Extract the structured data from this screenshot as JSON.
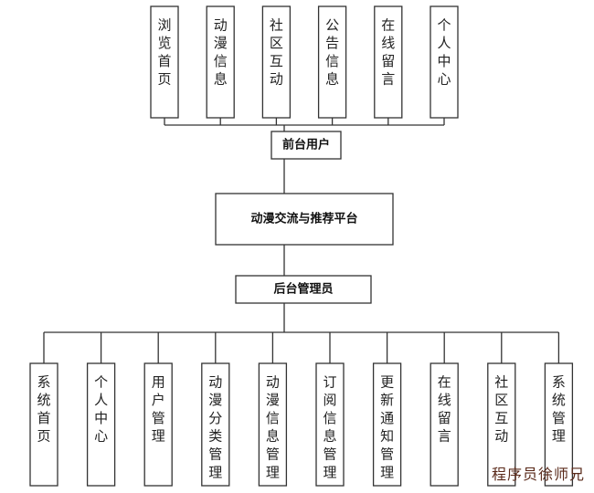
{
  "frontend_modules": [
    "浏览首页",
    "动漫信息",
    "社区互动",
    "公告信息",
    "在线留言",
    "个人中心"
  ],
  "frontend_user": "前台用户",
  "platform": "动漫交流与推荐平台",
  "backend_admin": "后台管理员",
  "backend_modules": [
    "系统首页",
    "个人中心",
    "用户管理",
    "动漫分类管理",
    "动漫信息管理",
    "订阅信息管理",
    "更新通知管理",
    "在线留言",
    "社区互动",
    "系统管理"
  ],
  "watermark": "程序员徐师兄"
}
